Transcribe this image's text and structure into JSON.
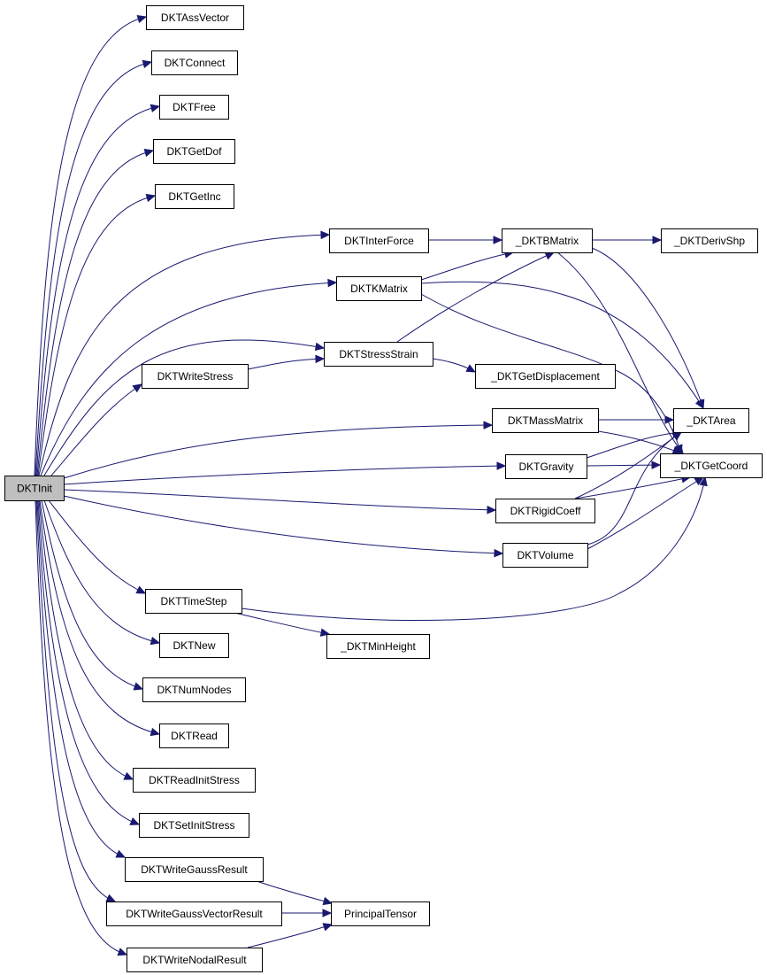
{
  "diagram": {
    "edge_color": "#191970",
    "root_fill": "#bfbfbf",
    "nodes": [
      {
        "id": "DKTInit",
        "label": "DKTInit",
        "root": true
      },
      {
        "id": "DKTAssVector",
        "label": "DKTAssVector"
      },
      {
        "id": "DKTConnect",
        "label": "DKTConnect"
      },
      {
        "id": "DKTFree",
        "label": "DKTFree"
      },
      {
        "id": "DKTGetDof",
        "label": "DKTGetDof"
      },
      {
        "id": "DKTGetInc",
        "label": "DKTGetInc"
      },
      {
        "id": "DKTInterForce",
        "label": "DKTInterForce"
      },
      {
        "id": "DKTKMatrix",
        "label": "DKTKMatrix"
      },
      {
        "id": "DKTStressStrain",
        "label": "DKTStressStrain"
      },
      {
        "id": "DKTWriteStress",
        "label": "DKTWriteStress"
      },
      {
        "id": "DKTMassMatrix",
        "label": "DKTMassMatrix"
      },
      {
        "id": "DKTGravity",
        "label": "DKTGravity"
      },
      {
        "id": "DKTRigidCoeff",
        "label": "DKTRigidCoeff"
      },
      {
        "id": "DKTVolume",
        "label": "DKTVolume"
      },
      {
        "id": "DKTTimeStep",
        "label": "DKTTimeStep"
      },
      {
        "id": "DKTNew",
        "label": "DKTNew"
      },
      {
        "id": "DKTNumNodes",
        "label": "DKTNumNodes"
      },
      {
        "id": "DKTRead",
        "label": "DKTRead"
      },
      {
        "id": "DKTReadInitStress",
        "label": "DKTReadInitStress"
      },
      {
        "id": "DKTSetInitStress",
        "label": "DKTSetInitStress"
      },
      {
        "id": "DKTWriteGaussResult",
        "label": "DKTWriteGaussResult"
      },
      {
        "id": "DKTWriteGaussVectorResult",
        "label": "DKTWriteGaussVectorResult"
      },
      {
        "id": "DKTWriteNodalResult",
        "label": "DKTWriteNodalResult"
      },
      {
        "id": "_DKTBMatrix",
        "label": "_DKTBMatrix"
      },
      {
        "id": "_DKTDerivShp",
        "label": "_DKTDerivShp"
      },
      {
        "id": "_DKTGetDisplacement",
        "label": "_DKTGetDisplacement"
      },
      {
        "id": "_DKTArea",
        "label": "_DKTArea"
      },
      {
        "id": "_DKTGetCoord",
        "label": "_DKTGetCoord"
      },
      {
        "id": "_DKTMinHeight",
        "label": "_DKTMinHeight"
      },
      {
        "id": "PrincipalTensor",
        "label": "PrincipalTensor"
      }
    ],
    "edges": [
      [
        "DKTInit",
        "DKTAssVector"
      ],
      [
        "DKTInit",
        "DKTConnect"
      ],
      [
        "DKTInit",
        "DKTFree"
      ],
      [
        "DKTInit",
        "DKTGetDof"
      ],
      [
        "DKTInit",
        "DKTGetInc"
      ],
      [
        "DKTInit",
        "DKTInterForce"
      ],
      [
        "DKTInit",
        "DKTKMatrix"
      ],
      [
        "DKTInit",
        "DKTStressStrain"
      ],
      [
        "DKTInit",
        "DKTWriteStress"
      ],
      [
        "DKTInit",
        "DKTMassMatrix"
      ],
      [
        "DKTInit",
        "DKTGravity"
      ],
      [
        "DKTInit",
        "DKTRigidCoeff"
      ],
      [
        "DKTInit",
        "DKTVolume"
      ],
      [
        "DKTInit",
        "DKTTimeStep"
      ],
      [
        "DKTInit",
        "DKTNew"
      ],
      [
        "DKTInit",
        "DKTNumNodes"
      ],
      [
        "DKTInit",
        "DKTRead"
      ],
      [
        "DKTInit",
        "DKTReadInitStress"
      ],
      [
        "DKTInit",
        "DKTSetInitStress"
      ],
      [
        "DKTInit",
        "DKTWriteGaussResult"
      ],
      [
        "DKTInit",
        "DKTWriteGaussVectorResult"
      ],
      [
        "DKTInit",
        "DKTWriteNodalResult"
      ],
      [
        "DKTInterForce",
        "_DKTBMatrix"
      ],
      [
        "DKTKMatrix",
        "_DKTBMatrix"
      ],
      [
        "DKTKMatrix",
        "_DKTArea"
      ],
      [
        "DKTKMatrix",
        "_DKTGetCoord"
      ],
      [
        "DKTStressStrain",
        "_DKTBMatrix"
      ],
      [
        "DKTStressStrain",
        "_DKTGetDisplacement"
      ],
      [
        "DKTWriteStress",
        "DKTStressStrain"
      ],
      [
        "_DKTBMatrix",
        "_DKTDerivShp"
      ],
      [
        "_DKTBMatrix",
        "_DKTArea"
      ],
      [
        "_DKTBMatrix",
        "_DKTGetCoord"
      ],
      [
        "DKTMassMatrix",
        "_DKTArea"
      ],
      [
        "DKTMassMatrix",
        "_DKTGetCoord"
      ],
      [
        "DKTGravity",
        "_DKTArea"
      ],
      [
        "DKTGravity",
        "_DKTGetCoord"
      ],
      [
        "DKTRigidCoeff",
        "_DKTArea"
      ],
      [
        "DKTRigidCoeff",
        "_DKTGetCoord"
      ],
      [
        "DKTVolume",
        "_DKTArea"
      ],
      [
        "DKTVolume",
        "_DKTGetCoord"
      ],
      [
        "DKTTimeStep",
        "_DKTMinHeight"
      ],
      [
        "DKTTimeStep",
        "_DKTGetCoord"
      ],
      [
        "DKTWriteGaussResult",
        "PrincipalTensor"
      ],
      [
        "DKTWriteGaussVectorResult",
        "PrincipalTensor"
      ],
      [
        "DKTWriteNodalResult",
        "PrincipalTensor"
      ]
    ]
  }
}
